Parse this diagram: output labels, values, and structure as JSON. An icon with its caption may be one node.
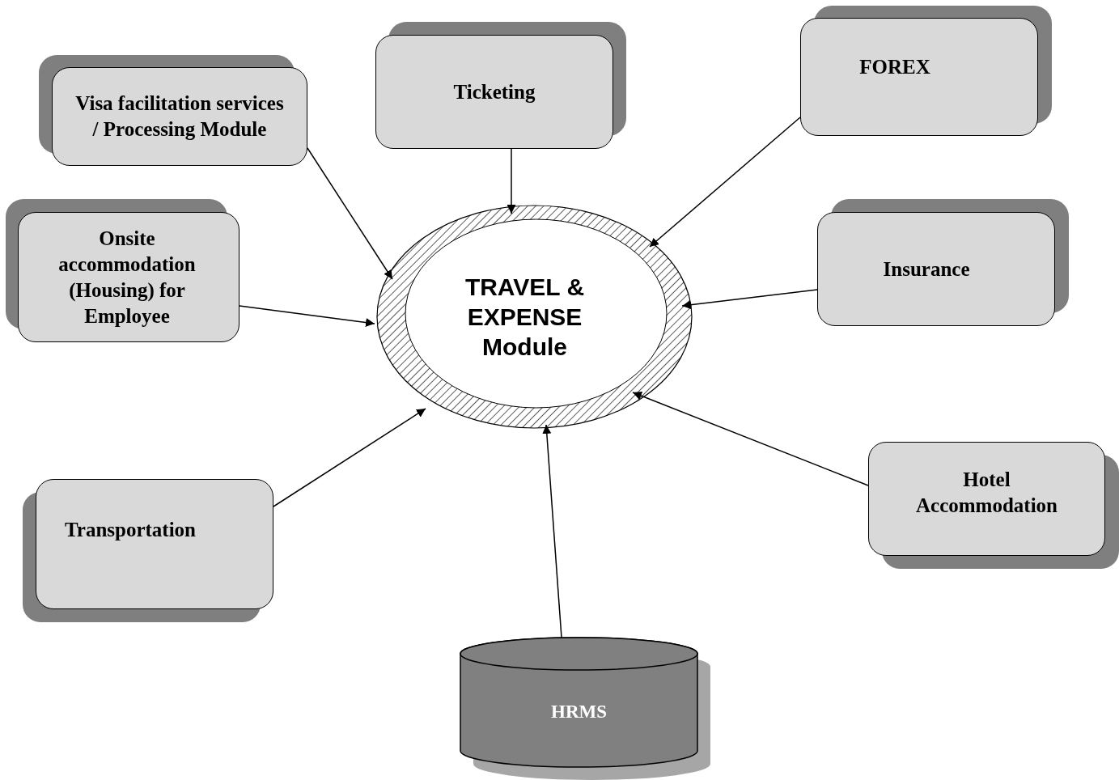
{
  "diagram": {
    "nodes": [
      {
        "text": [
          "Visa facilitation services / Processing Module"
        ]
      },
      {
        "text": [
          "Ticketing"
        ]
      },
      {
        "text": [
          "FOREX"
        ]
      },
      {
        "text": [
          "Onsite accommodation (Housing) for Employee"
        ]
      },
      {
        "text": [
          "TRAVEL & EXPENSE Module"
        ]
      },
      {
        "text": [
          "Insurance"
        ]
      },
      {
        "text": [
          "Transportation"
        ]
      },
      {
        "text": [
          "Hotel Accommodation"
        ]
      },
      {
        "text": [
          "HRMS"
        ]
      }
    ],
    "edges": [
      {
        "from": 0,
        "to": 4,
        "arrow": "to"
      },
      {
        "from": 1,
        "to": 4,
        "arrow": "to"
      },
      {
        "from": 2,
        "to": 4,
        "arrow": "to"
      },
      {
        "from": 3,
        "to": 4,
        "arrow": "to"
      },
      {
        "from": 5,
        "to": 4,
        "arrow": "to"
      },
      {
        "from": 6,
        "to": 4,
        "arrow": "to"
      },
      {
        "from": 7,
        "to": 4,
        "arrow": "to"
      },
      {
        "from": 8,
        "to": 4,
        "arrow": "to"
      }
    ]
  }
}
